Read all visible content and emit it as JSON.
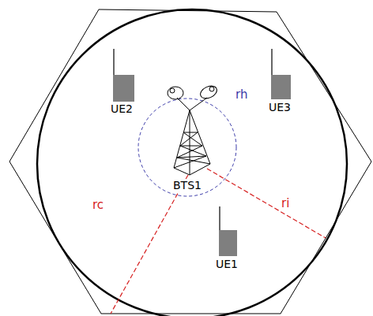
{
  "diagram": {
    "labels": [
      "UE2",
      "UE3",
      "BTS1",
      "UE1",
      "rh",
      "rc",
      "ri"
    ]
  }
}
